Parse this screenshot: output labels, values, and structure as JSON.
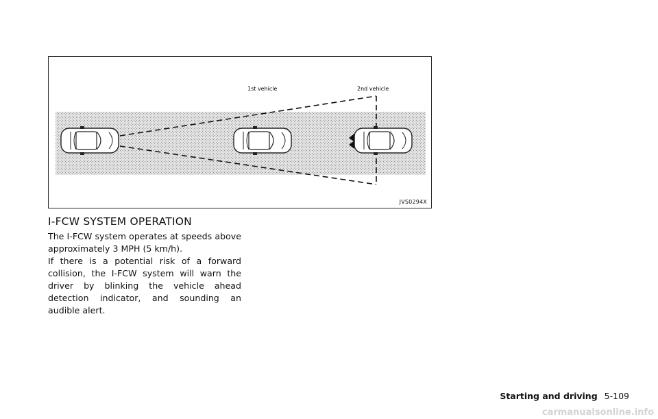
{
  "figure": {
    "label_first_vehicle": "1st vehicle",
    "label_second_vehicle": "2nd vehicle",
    "code": "JVS0294X"
  },
  "section": {
    "title": "I-FCW SYSTEM OPERATION",
    "paragraphs": [
      "The I-FCW system operates at speeds above approximately 3 MPH (5 km/h).",
      "If there is a potential risk of a forward collision, the I-FCW system will warn the driver by blinking the vehicle ahead detection indicator, and sounding an audible alert."
    ]
  },
  "footer": {
    "section_name": "Starting and driving",
    "page_number": "5-109"
  },
  "watermark": "carmanualsonline.info"
}
